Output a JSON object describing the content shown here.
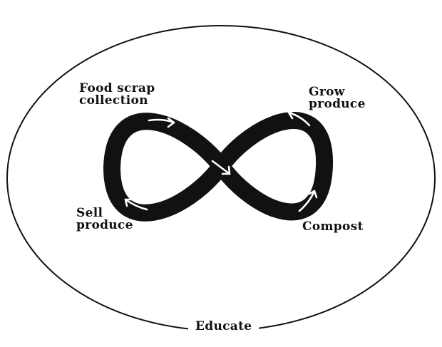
{
  "diagram": {
    "outer_boundary_label": "Educate",
    "stages": [
      {
        "lines": [
          "Food scrap",
          "collection"
        ]
      },
      {
        "lines": [
          "Grow",
          "produce"
        ]
      },
      {
        "lines": [
          "Compost"
        ]
      },
      {
        "lines": [
          "Sell",
          "produce"
        ]
      }
    ],
    "colors": {
      "loop": "#111111",
      "arrow": "#ffffff",
      "background": "#ffffff",
      "outline": "#111111"
    },
    "icons": [
      "infinity-loop",
      "flow-arrow"
    ]
  }
}
